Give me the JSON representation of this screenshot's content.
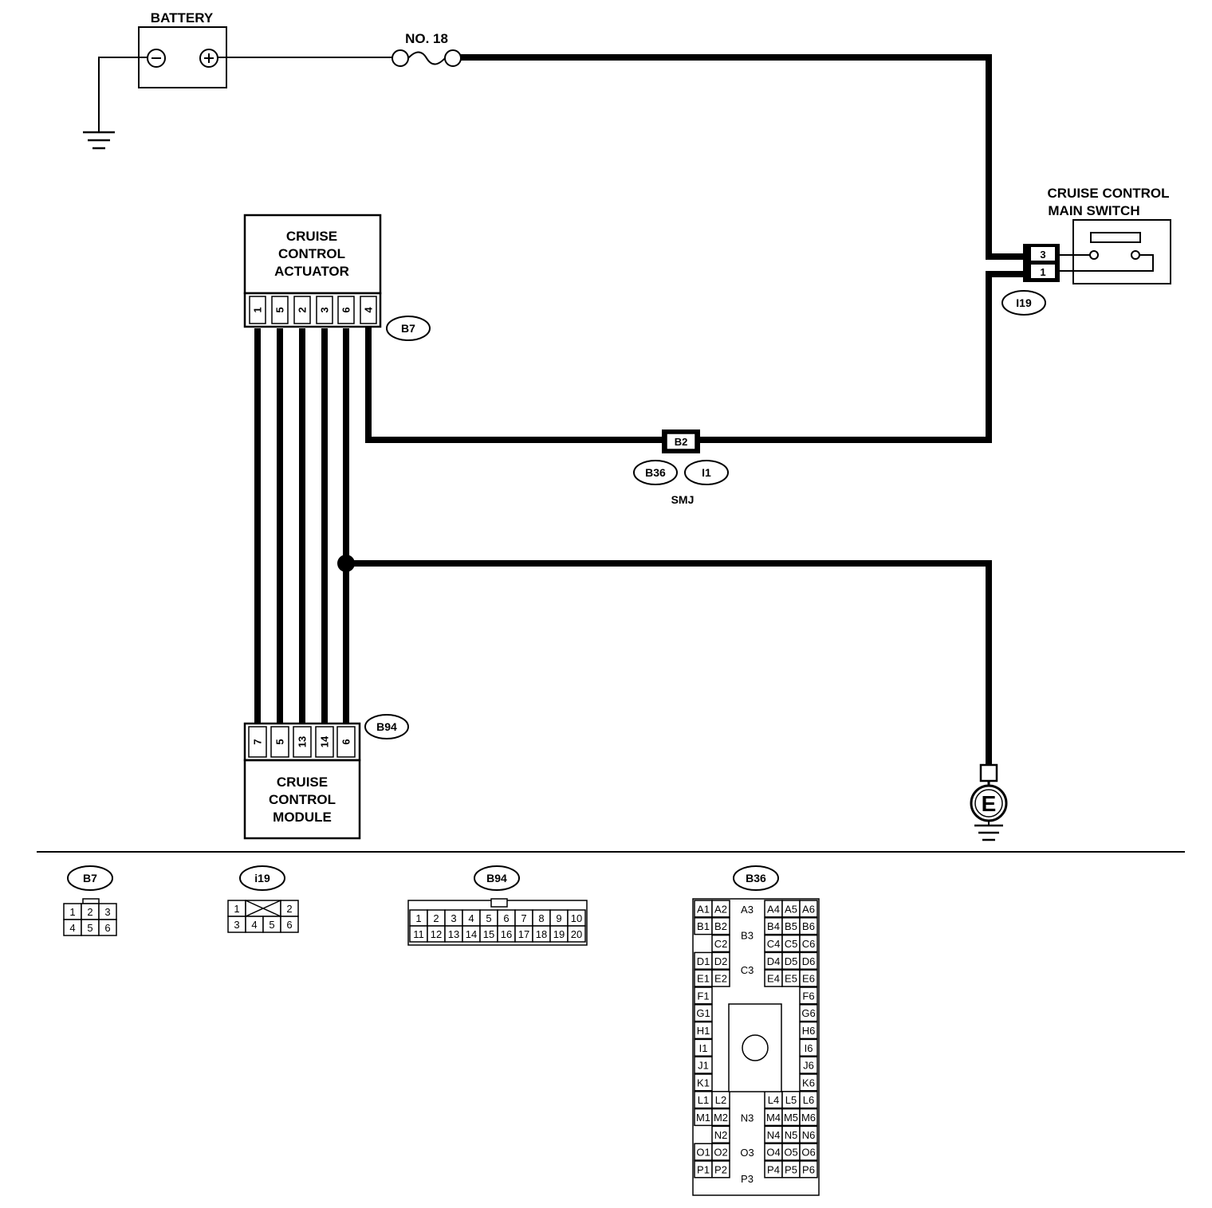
{
  "battery": {
    "label": "BATTERY",
    "neg_symbol": "−",
    "pos_symbol": "+"
  },
  "fuse": {
    "label": "NO. 18"
  },
  "actuator": {
    "title_lines": [
      "CRUISE",
      "CONTROL",
      "ACTUATOR"
    ],
    "connector": "B7",
    "pins": [
      "1",
      "5",
      "2",
      "3",
      "6",
      "4"
    ]
  },
  "main_switch": {
    "title_lines": [
      "CRUISE CONTROL",
      "MAIN SWITCH"
    ],
    "connector": "I19",
    "pins": [
      "3",
      "1"
    ]
  },
  "smj": {
    "terminal": "B2",
    "connectors": [
      "B36",
      "I1"
    ],
    "label": "SMJ"
  },
  "module": {
    "title_lines": [
      "CRUISE",
      "CONTROL",
      "MODULE"
    ],
    "connector": "B94",
    "pins": [
      "7",
      "5",
      "13",
      "14",
      "6"
    ]
  },
  "ground": {
    "label": "E"
  },
  "connector_views": {
    "b7": {
      "label": "B7",
      "row1": [
        "1",
        "2",
        "3"
      ],
      "row2": [
        "4",
        "5",
        "6"
      ]
    },
    "i19": {
      "label": "i19",
      "row1": [
        "1",
        "2"
      ],
      "row2": [
        "3",
        "4",
        "5",
        "6"
      ]
    },
    "b94": {
      "label": "B94",
      "row1": [
        "1",
        "2",
        "3",
        "4",
        "5",
        "6",
        "7",
        "8",
        "9",
        "10"
      ],
      "row2": [
        "11",
        "12",
        "13",
        "14",
        "15",
        "16",
        "17",
        "18",
        "19",
        "20"
      ]
    },
    "b36": {
      "label": "B36",
      "left": [
        [
          "A1",
          "A2"
        ],
        [
          "B1",
          "B2"
        ],
        [
          "",
          "C2"
        ],
        [
          "D1",
          "D2"
        ],
        [
          "E1",
          "E2"
        ],
        [
          "F1",
          ""
        ],
        [
          "G1",
          ""
        ],
        [
          "H1",
          ""
        ],
        [
          "I1",
          ""
        ],
        [
          "J1",
          ""
        ],
        [
          "K1",
          ""
        ],
        [
          "L1",
          "L2"
        ],
        [
          "M1",
          "M2"
        ],
        [
          "",
          "N2"
        ],
        [
          "O1",
          "O2"
        ],
        [
          "P1",
          "P2"
        ]
      ],
      "right": [
        [
          "A4",
          "A5",
          "A6"
        ],
        [
          "B4",
          "B5",
          "B6"
        ],
        [
          "C4",
          "C5",
          "C6"
        ],
        [
          "D4",
          "D5",
          "D6"
        ],
        [
          "E4",
          "E5",
          "E6"
        ],
        [
          "",
          "",
          "F6"
        ],
        [
          "",
          "",
          "G6"
        ],
        [
          "",
          "",
          "H6"
        ],
        [
          "",
          "",
          "I6"
        ],
        [
          "",
          "",
          "J6"
        ],
        [
          "",
          "",
          "K6"
        ],
        [
          "L4",
          "L5",
          "L6"
        ],
        [
          "M4",
          "M5",
          "M6"
        ],
        [
          "N4",
          "N5",
          "N6"
        ],
        [
          "O4",
          "O5",
          "O6"
        ],
        [
          "P4",
          "P5",
          "P6"
        ]
      ],
      "center": [
        {
          "label": "A3",
          "row": 0
        },
        {
          "label": "B3",
          "row": 1.5
        },
        {
          "label": "C3",
          "row": 3.5
        },
        {
          "label": "N3",
          "row": 12
        },
        {
          "label": "O3",
          "row": 14
        },
        {
          "label": "P3",
          "row": 15.5
        }
      ]
    }
  }
}
